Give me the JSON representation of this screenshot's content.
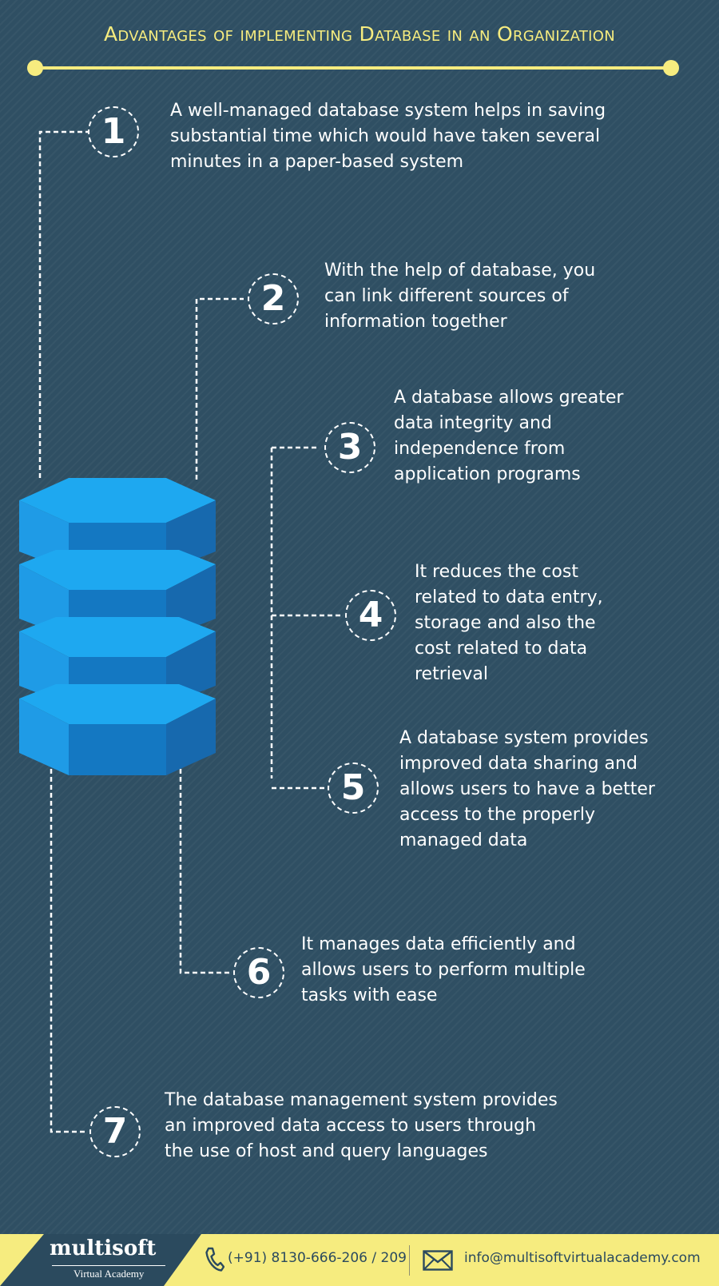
{
  "title": "Advantages of implementing Database in an Organization",
  "items": [
    {
      "number": "1",
      "text": "A well-managed database system helps in saving substantial time which would have taken several minutes in a paper-based system"
    },
    {
      "number": "2",
      "text": "With the help of database, you can link different sources of information together"
    },
    {
      "number": "3",
      "text": "A database allows greater data integrity and independence from application programs"
    },
    {
      "number": "4",
      "text": "It reduces the cost related to data entry, storage and also the cost related to data retrieval"
    },
    {
      "number": "5",
      "text": "A database system provides improved data sharing and allows users to have a better access to the properly managed data"
    },
    {
      "number": "6",
      "text": "It manages data efficiently and allows users to perform multiple tasks with ease"
    },
    {
      "number": "7",
      "text": "The database management system provides an improved data access to users through the use of host and query languages"
    }
  ],
  "footer": {
    "logo_name": "multisoft",
    "logo_subtitle": "Virtual Academy",
    "phone": "(+91) 8130-666-206 / 209",
    "email": "info@multisoftvirtualacademy.com"
  },
  "colors": {
    "background": "#2f4f63",
    "accent_yellow": "#f6ec7f",
    "database_blue": "#1a8fdc",
    "text": "#ffffff"
  },
  "icons": [
    "database-stack-icon",
    "phone-icon",
    "mail-icon"
  ]
}
